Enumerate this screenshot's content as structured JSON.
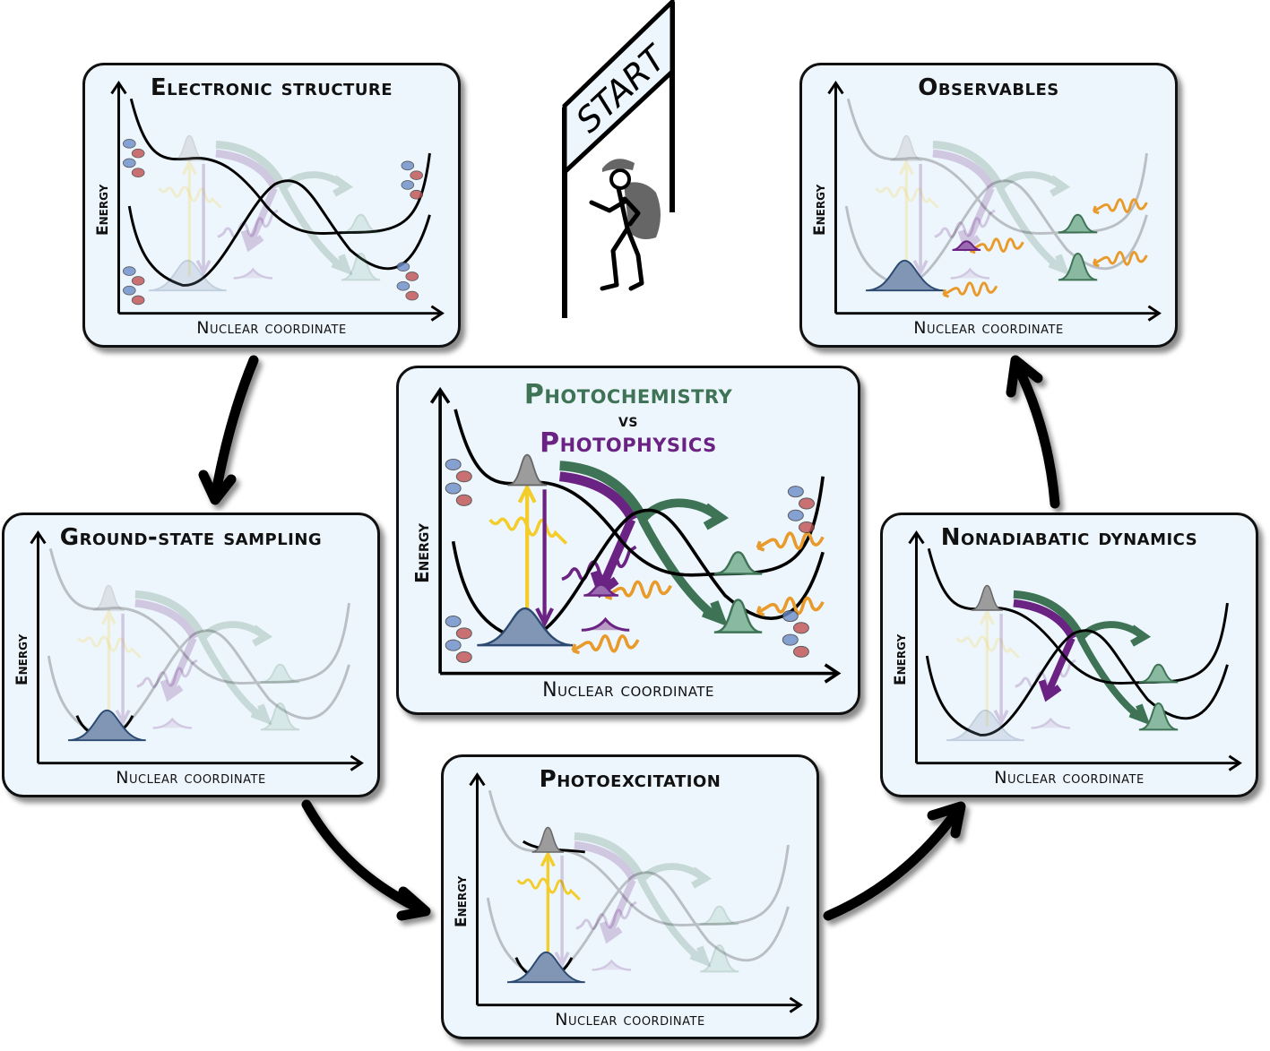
{
  "start_sign": {
    "label": "START"
  },
  "axes": {
    "x_label": "Nuclear coordinate",
    "y_label": "Energy"
  },
  "colors": {
    "panel_bg": "#eef6fd",
    "photochemistry": "#3e7455",
    "photophysics": "#6b2383",
    "excitation": "#f2cd2c",
    "probe": "#e89a2a",
    "ground_wavepacket": "#2c4a72",
    "excited_wavepacket": "#8e8e8e"
  },
  "panels": [
    {
      "id": "electronic-structure",
      "title": "Electronic structure",
      "highlight": [
        "surfaces",
        "orbitals"
      ]
    },
    {
      "id": "ground-state-sampling",
      "title": "Ground-state sampling",
      "highlight": [
        "ground-well",
        "ground-wp"
      ]
    },
    {
      "id": "photoexcitation",
      "title": "Photoexcitation",
      "highlight": [
        "ground-well",
        "ground-wp",
        "excited-seg",
        "excited-wp",
        "pump",
        "excite-arrow"
      ]
    },
    {
      "id": "nonadiabatic-dynamics",
      "title": "Nonadiabatic dynamics",
      "highlight": [
        "surfaces",
        "excited-wp",
        "paths",
        "products"
      ]
    },
    {
      "id": "observables",
      "title": "Observables",
      "highlight": [
        "ground-wp-solid",
        "products",
        "probes"
      ]
    },
    {
      "id": "central",
      "title_line1": "Photochemistry",
      "title_vs": "vs",
      "title_line2": "Photophysics",
      "highlight": [
        "surfaces",
        "all"
      ]
    }
  ],
  "flow": [
    "Electronic structure",
    "Ground-state sampling",
    "Photoexcitation",
    "Nonadiabatic dynamics",
    "Observables"
  ]
}
